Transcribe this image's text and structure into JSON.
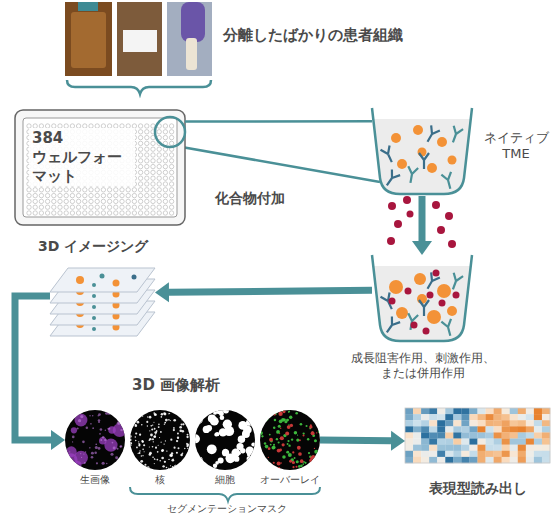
{
  "diagram": {
    "nodes": [
      {
        "text": [
          "分離したばかりの患者組織"
        ]
      },
      {
        "text": [
          "384 ウェルフォー マット"
        ]
      },
      {
        "text": [
          "ネイティブ TME"
        ]
      },
      {
        "text": [
          "成長阻害作用、刺激作用、 または併用作用"
        ]
      },
      {
        "text": [
          "3D イメージング"
        ]
      },
      {
        "text": [
          "生画像"
        ]
      },
      {
        "text": [
          "核"
        ]
      },
      {
        "text": [
          "細胞"
        ]
      },
      {
        "text": [
          "オーバーレイ"
        ]
      },
      {
        "text": [
          "表現型読み出し"
        ]
      }
    ],
    "edges": [
      {
        "from": 1,
        "to": 2,
        "arrow": "none"
      },
      {
        "from": 2,
        "to": 3,
        "arrow": "to"
      },
      {
        "from": 3,
        "to": 4,
        "arrow": "to"
      },
      {
        "from": 4,
        "to": 5,
        "arrow": "to"
      },
      {
        "from": 8,
        "to": 9,
        "arrow": "to"
      }
    ],
    "labels": [
      "化合物付加",
      "3D 画像解析",
      "セグメンテーションマスク"
    ]
  }
}
